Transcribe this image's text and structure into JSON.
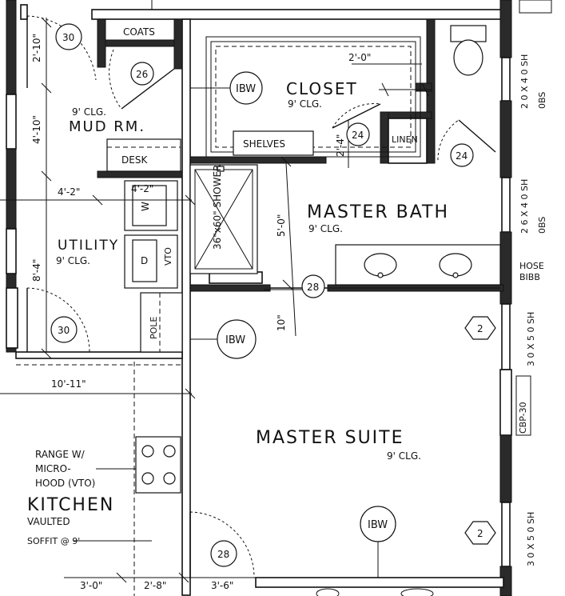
{
  "rooms": {
    "closet": {
      "name": "CLOSET",
      "ceiling": "9' CLG."
    },
    "mud_room": {
      "name": "MUD RM.",
      "ceiling": "9' CLG."
    },
    "utility": {
      "name": "UTILITY",
      "ceiling": "9' CLG."
    },
    "master_bath": {
      "name": "MASTER BATH",
      "ceiling": "9' CLG."
    },
    "master_suite": {
      "name": "MASTER SUITE",
      "ceiling": "9' CLG."
    },
    "kitchen": {
      "name": "KITCHEN",
      "sub1": "VAULTED",
      "sub2": "SOFFIT @ 9'"
    }
  },
  "labels": {
    "coats": "COATS",
    "desk": "DESK",
    "shelves": "SHELVES",
    "linen": "LINEN",
    "shower": "36\"x60\" SHOWER",
    "washer": "W",
    "dryer": "D",
    "vto": "VTO",
    "pole": "POLE",
    "range_line1": "RANGE W/",
    "range_line2": "MICRO-",
    "range_line3": "HOOD (VTO)",
    "hose1": "HOSE",
    "hose2": "BIBB",
    "ibw": "IBW",
    "cbp": "CBP-30",
    "tag2": "2"
  },
  "doors": [
    "30",
    "26",
    "24",
    "24",
    "28",
    "30",
    "28"
  ],
  "windows": {
    "w1": "2 0 X 4 0 SH",
    "w1b": "0BS",
    "w2": "2 6 X 4 0 SH",
    "w2b": "0BS",
    "w3": "3 0 X 5 0 SH",
    "w4": "3 0 X 5 0 SH"
  },
  "dimensions": {
    "d_2_10": "2'-10\"",
    "d_4_10": "4'-10\"",
    "d_4_2a": "4'-2\"",
    "d_4_2b": "4'-2\"",
    "d_8_4": "8'-4\"",
    "d_10_11": "10'-11\"",
    "d_2_0": "2'-0\"",
    "d_2_4": "2'-4\"",
    "d_5_0": "5'-0\"",
    "d_10": "10\"",
    "d_3_0": "3'-0\"",
    "d_2_8": "2'-8\"",
    "d_3_6": "3'-6\""
  },
  "colors": {
    "line": "#111111",
    "wall_fill": "#2a2a2a",
    "background": "#ffffff"
  }
}
